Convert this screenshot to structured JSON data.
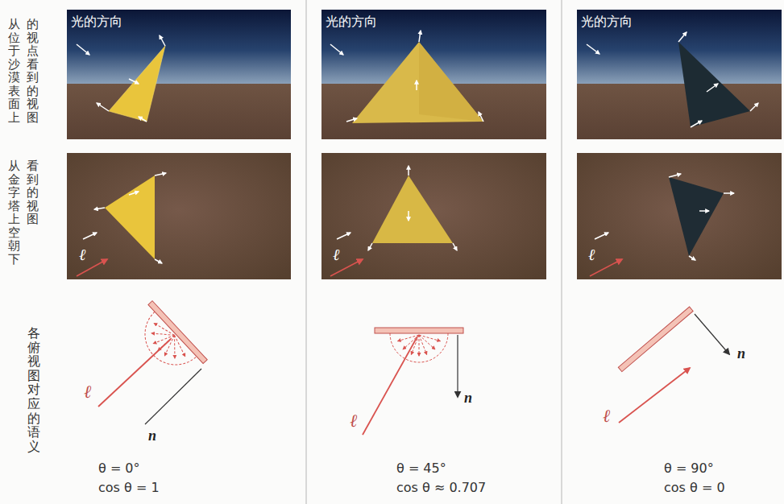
{
  "diagram": {
    "nodes": [
      {
        "text": [
          "光的方向"
        ]
      },
      {
        "text": [
          "光的方向"
        ]
      },
      {
        "text": [
          "光的方向"
        ]
      },
      {
        "text": [
          "ℓ"
        ]
      },
      {
        "text": [
          "ℓ"
        ]
      },
      {
        "text": [
          "ℓ"
        ]
      }
    ],
    "labels": [
      "从位于沙漠表面上的视点看到的视图",
      "从金字塔上空朝下看到的视图",
      "各俯视图对应的语义",
      "ℓ",
      "n",
      "θ = 0°",
      "cos θ = 1",
      "ℓ",
      "n",
      "θ = 45°",
      "cos θ ≈ 0.707",
      "ℓ",
      "n",
      "θ = 90°",
      "cos θ = 0"
    ]
  }
}
